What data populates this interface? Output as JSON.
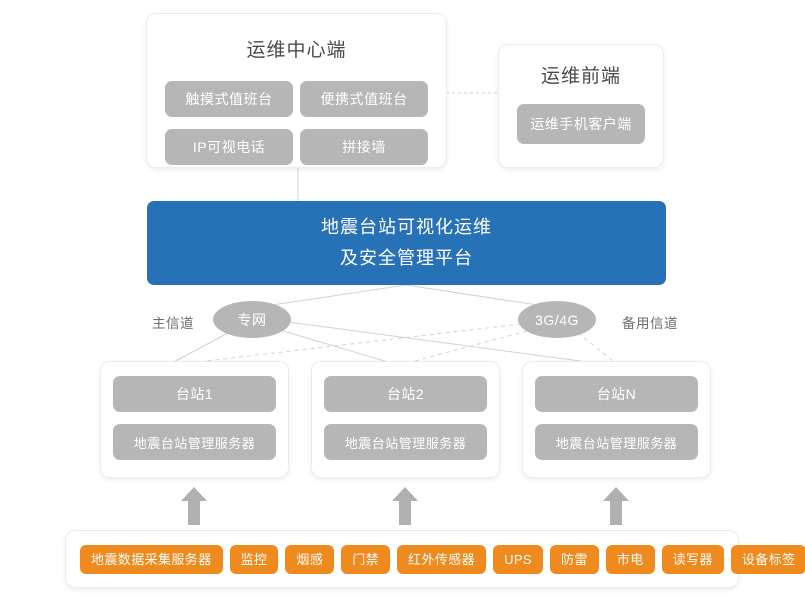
{
  "colors": {
    "platform_blue": "#2771b7",
    "pill_gray": "#b6b6b6",
    "tag_orange": "#ee8a1e",
    "panel_white": "#ffffff",
    "label_gray": "#6d6d6d",
    "arrow_gray": "#b0b0b0",
    "wire_gray": "#d2d2d2"
  },
  "ops_center": {
    "title": "运维中心端",
    "items": [
      {
        "label": "触摸式值班台"
      },
      {
        "label": "便携式值班台"
      },
      {
        "label": "IP可视电话"
      },
      {
        "label": "拼接墙"
      }
    ]
  },
  "ops_front": {
    "title": "运维前端",
    "items": [
      {
        "label": "运维手机客户端"
      }
    ]
  },
  "platform": {
    "line1": "地震台站可视化运维",
    "line2": "及安全管理平台"
  },
  "channels": {
    "main": {
      "label": "主信道",
      "node": "专网",
      "line_style": "solid"
    },
    "backup": {
      "label": "备用信道",
      "node": "3G/4G",
      "line_style": "dashed"
    }
  },
  "stations": [
    {
      "name": "台站1",
      "server": "地震台站管理服务器"
    },
    {
      "name": "台站2",
      "server": "地震台站管理服务器"
    },
    {
      "name": "台站N",
      "server": "地震台站管理服务器"
    }
  ],
  "devices": {
    "tags": [
      {
        "label": "地震数据采集服务器"
      },
      {
        "label": "监控"
      },
      {
        "label": "烟感"
      },
      {
        "label": "门禁"
      },
      {
        "label": "红外传感器"
      },
      {
        "label": "UPS"
      },
      {
        "label": "防雷"
      },
      {
        "label": "市电"
      },
      {
        "label": "读写器"
      },
      {
        "label": "设备标签"
      }
    ]
  }
}
